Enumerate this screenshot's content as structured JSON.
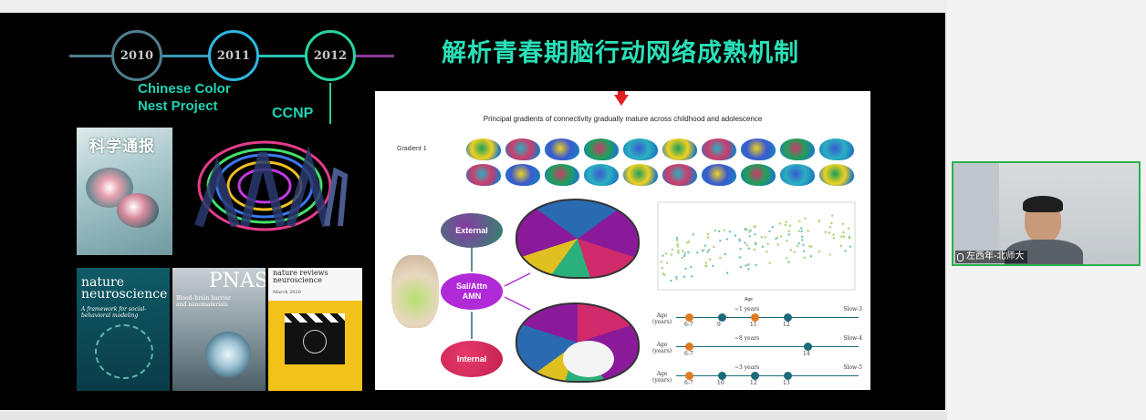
{
  "timeline": {
    "years": [
      "2010",
      "2011",
      "2012"
    ],
    "project_line1": "Chinese Color",
    "project_line2": "Nest Project",
    "ccnp": "CCNP",
    "colors": {
      "year2010": "#4f7f8f",
      "year2011": "#2fb8e0",
      "year2012": "#27d3a2",
      "accent": "#8a3a9a"
    }
  },
  "slide": {
    "title": "解析青春期脑行动网络成熟机制"
  },
  "covers": {
    "nature_line1": "nature",
    "nature_line2": "neuroscience",
    "nature_subtitle": "A framework for social-behavioral modeling",
    "pnas_masthead": "PNAS",
    "pnas_subtitle": "Blood–brain barrier and nanomaterials",
    "nrn_line1": "nature reviews",
    "nrn_line2": "neuroscience",
    "nrn_date": "March 2020"
  },
  "figure": {
    "caption": "Principal gradients of connectivity gradually mature across childhood and adolescence",
    "gradient_label": "Gradient 1",
    "networks": {
      "external": "External",
      "salience": "Sal/Attn",
      "salience2": "AMN",
      "internal": "Internal"
    },
    "scatter_xlabel": "Age",
    "age_rows": [
      {
        "slow": "Slow-3",
        "gap": "~1 years",
        "ticks": [
          "6-7",
          "9",
          "11",
          "12"
        ]
      },
      {
        "slow": "Slow-4",
        "gap": "~8 years",
        "ticks": [
          "6-7",
          "14"
        ]
      },
      {
        "slow": "Slow-5",
        "gap": "~3 years",
        "ticks": [
          "6-7",
          "10",
          "12",
          "13"
        ]
      }
    ],
    "age_axis_label1": "Age",
    "age_axis_label2": "(years)"
  },
  "video": {
    "participant_name": "左西年-北师大",
    "mic_icon": "microphone-icon"
  }
}
